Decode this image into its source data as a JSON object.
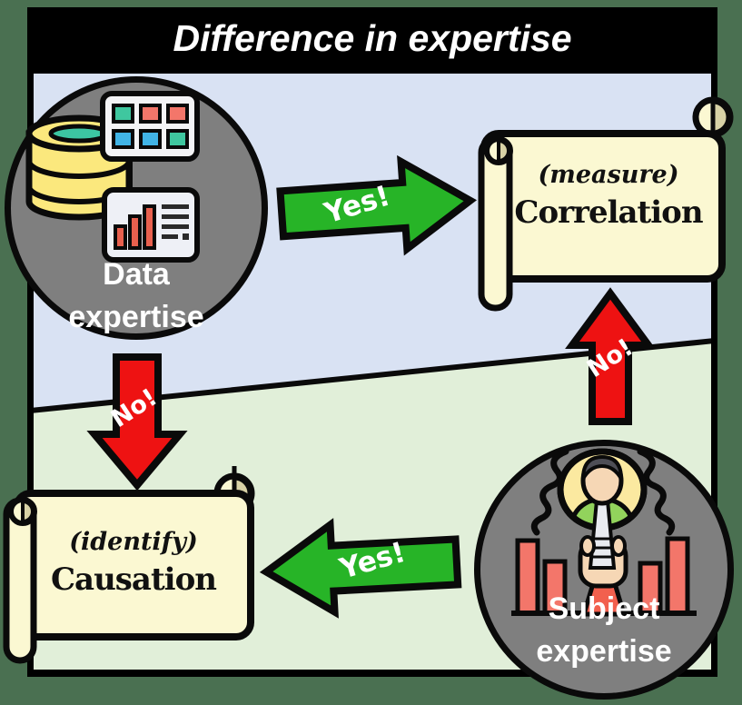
{
  "title": "Difference in expertise",
  "regions": {
    "outer_background": "#4a7051",
    "upper_fill": "#d9e2f3",
    "lower_fill": "#e1efd9"
  },
  "nodes": {
    "data": {
      "line1": "Data",
      "line2": "expertise",
      "icon": "database-grid-chart-icon",
      "fill": "#7f7f7f"
    },
    "subject": {
      "line1": "Subject",
      "line2": "expertise",
      "icon": "person-presenter-icon",
      "fill": "#7f7f7f"
    }
  },
  "scrolls": {
    "correlation": {
      "qualifier": "(measure)",
      "label": "Correlation",
      "fill": "#fbf8d2"
    },
    "causation": {
      "qualifier": "(identify)",
      "label": "Causation",
      "fill": "#fbf8d2"
    }
  },
  "arrows": {
    "data_to_correlation": {
      "label": "Yes!",
      "direction": "right",
      "color": "#27b427"
    },
    "data_to_causation": {
      "label": "No!",
      "direction": "down",
      "color": "#ee1212"
    },
    "subject_to_causation": {
      "label": "Yes!",
      "direction": "left",
      "color": "#27b427"
    },
    "subject_to_correlation": {
      "label": "No!",
      "direction": "up",
      "color": "#ee1212"
    }
  }
}
